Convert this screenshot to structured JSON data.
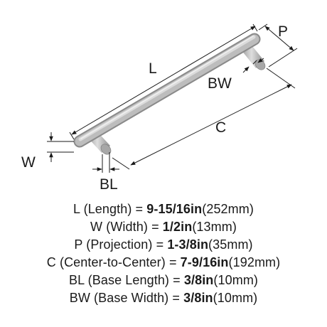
{
  "diagram": {
    "labels": {
      "L": "L",
      "P": "P",
      "BW": "BW",
      "C": "C",
      "W": "W",
      "BL": "BL"
    },
    "colors": {
      "metal_light": "#d9d9d9",
      "metal_mid": "#b3b3b3",
      "metal_dark": "#8c8c8c",
      "line": "#1a1a1a"
    }
  },
  "specs": [
    {
      "abbr": "L",
      "name": "(Length)",
      "imperial": "9-15/16in",
      "metric": "(252mm)"
    },
    {
      "abbr": "W",
      "name": "(Width)",
      "imperial": "1/2in",
      "metric": "(13mm)"
    },
    {
      "abbr": "P",
      "name": "(Projection)",
      "imperial": "1-3/8in",
      "metric": "(35mm)"
    },
    {
      "abbr": "C",
      "name": "(Center-to-Center)",
      "imperial": "7-9/16in",
      "metric": "(192mm)"
    },
    {
      "abbr": "BL",
      "name": "(Base Length)",
      "imperial": "3/8in",
      "metric": "(10mm)"
    },
    {
      "abbr": "BW",
      "name": "(Base Width)",
      "imperial": "3/8in",
      "metric": "(10mm)"
    }
  ],
  "equals": "="
}
